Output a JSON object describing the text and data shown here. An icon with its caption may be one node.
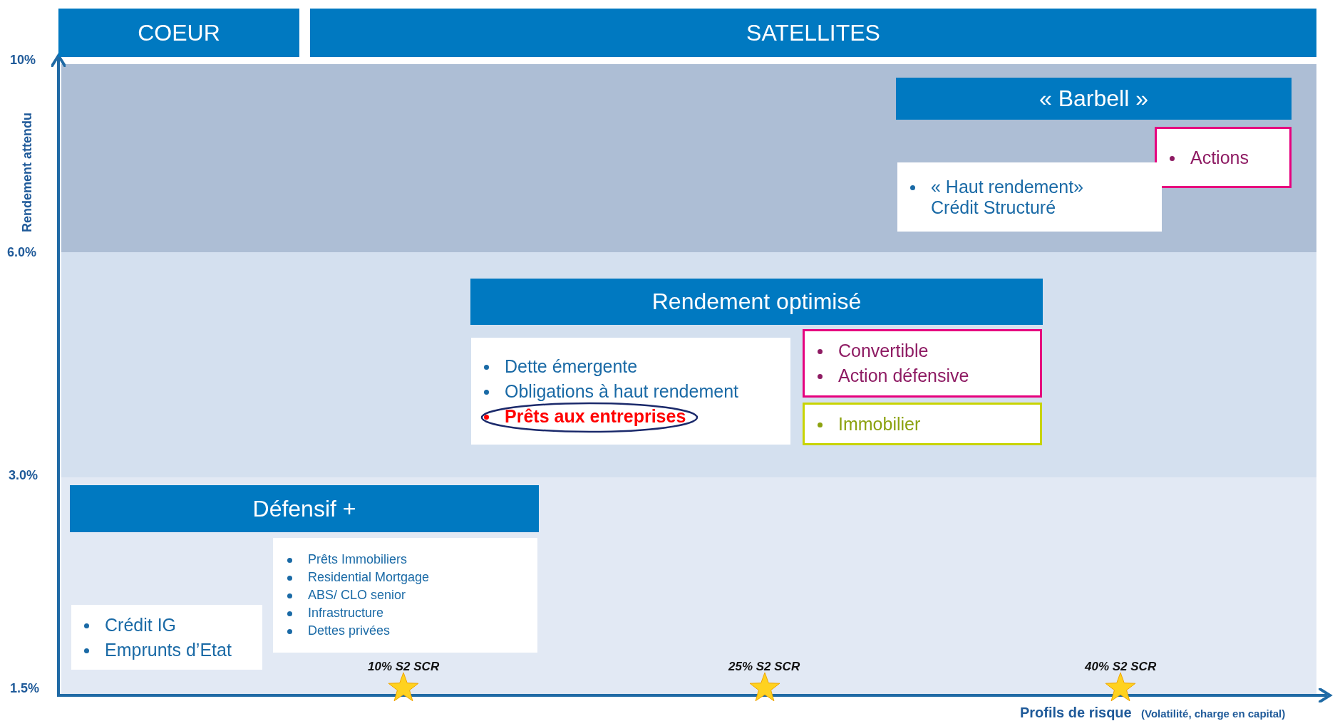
{
  "diagram": {
    "nodes": [
      {
        "text": [
          "COEUR"
        ]
      },
      {
        "text": [
          "SATELLITES"
        ]
      },
      {
        "text": [
          "« Barbell »"
        ]
      },
      {
        "text": [
          "Actions"
        ]
      },
      {
        "text": [
          "« Haut rendement» Crédit Structuré"
        ]
      },
      {
        "text": [
          "Rendement optimisé"
        ]
      },
      {
        "text": [
          "Dette émergente",
          "Obligations à haut rendement",
          "Prêts aux entreprises"
        ]
      },
      {
        "text": [
          "Convertible",
          "Action défensive"
        ]
      },
      {
        "text": [
          "Immobilier"
        ]
      },
      {
        "text": [
          "Défensif +"
        ]
      },
      {
        "text": [
          "Prêts Immobiliers",
          "Residential Mortgage",
          "ABS/ CLO senior",
          "Infrastructure",
          "Dettes  privées"
        ]
      },
      {
        "text": [
          "Crédit IG",
          "Emprunts d’Etat"
        ]
      }
    ],
    "labels": [
      "10%",
      "Rendement attendu",
      "6.0%",
      "3.0%",
      "1.5%",
      "10% S2 SCR",
      "25% S2 SCR",
      "40% S2 SCR",
      "Profils de risque",
      "(Volatilité, charge en capital)"
    ]
  }
}
